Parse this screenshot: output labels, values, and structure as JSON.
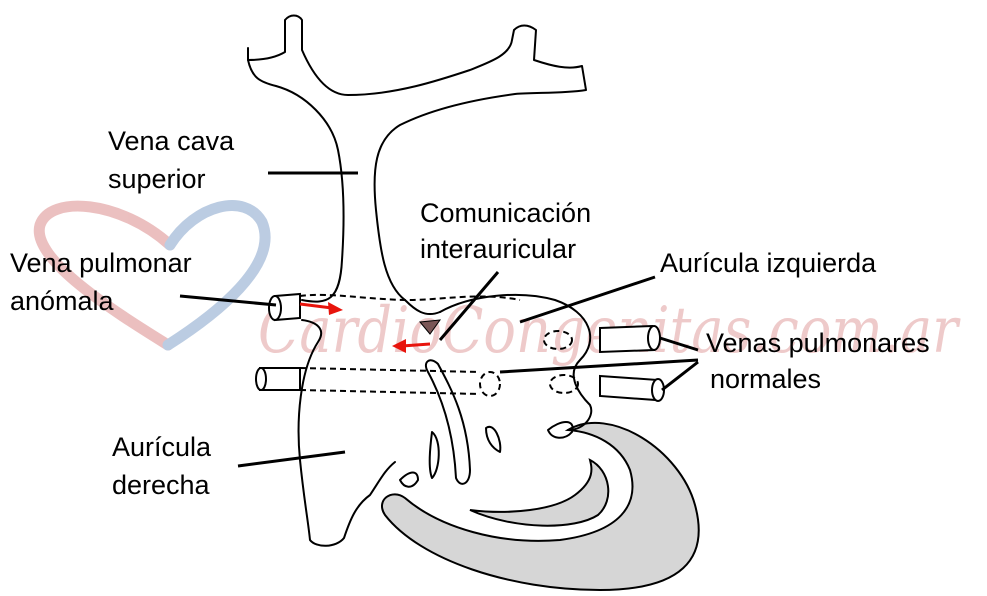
{
  "watermark": {
    "text": "CardioCongenitas.com.ar",
    "logo_colors": {
      "red": "#e3a5a5",
      "blue": "#9fb7d6"
    }
  },
  "labels": {
    "vena_cava_line1": "Vena cava",
    "vena_cava_line2": "superior",
    "comunicacion_line1": "Comunicación",
    "comunicacion_line2": "interauricular",
    "auricula_izquierda": "Aurícula izquierda",
    "vena_anomala_line1": "Vena pulmonar",
    "vena_anomala_line2": "anómala",
    "venas_normales_line1": "Venas pulmonares",
    "venas_normales_line2": "normales",
    "auricula_derecha_line1": "Aurícula",
    "auricula_derecha_line2": "derecha"
  },
  "colors": {
    "arrow": "#e8140c",
    "muscle": "#d6d6d6",
    "line": "#000000"
  }
}
